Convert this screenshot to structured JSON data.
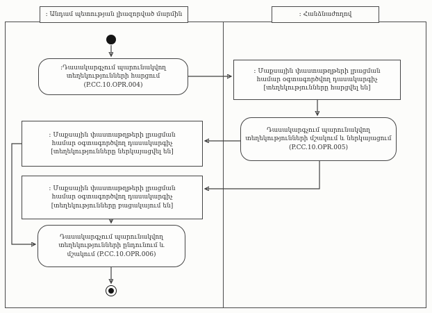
{
  "colors": {
    "ink": "#3f3f3f",
    "paper": "#fcfcfa"
  },
  "lanes": [
    {
      "title": ": Անդամ պետության լիազորված մարմին"
    },
    {
      "title": ": Հանձնաժողով"
    }
  ],
  "nodes": {
    "action004": {
      "type": "action",
      "lines": [
        ":Դասակարգչում պարունակվող",
        "տեղեկությունների հարցում",
        "(P.CC.10.OPR.004)"
      ]
    },
    "objectRequested": {
      "type": "object",
      "lines": [
        ": Մաքսային փաստաթղթերի լրացման",
        "համար օգտագործվող դասակարգիչ",
        "[տեղեկությունները հարցվել են]"
      ]
    },
    "action005": {
      "type": "action",
      "lines": [
        "Դասակարգչում պարունակվող",
        "տեղեկությունների մշակում և ներկայացում",
        "(P.CC.10.OPR.005)"
      ]
    },
    "objectSent": {
      "type": "object",
      "lines": [
        ": Մաքսային փաստաթղթերի լրացման",
        "համար օգտագործվող դասակարգիչ",
        "[տեղեկությունները ներկայացվել են]"
      ]
    },
    "objectAbsent": {
      "type": "object",
      "lines": [
        ": Մաքսային փաստաթղթերի լրացման",
        "համար օգտագործվող դասակարգիչ",
        "[տեղեկությունները բացակայում են]"
      ]
    },
    "action006": {
      "type": "action",
      "lines": [
        "Դասակարգչում պարունակվող",
        "տեղեկությունների ընդունում և",
        "մշակում (P.CC.10.OPR.006)"
      ]
    }
  }
}
